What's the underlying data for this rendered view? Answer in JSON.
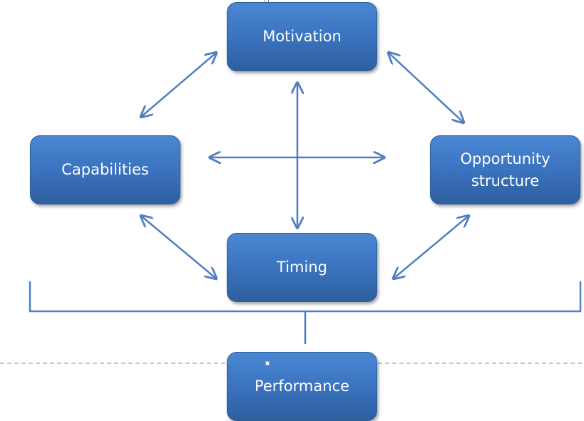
{
  "colors": {
    "node_fill_top": "#4a87d2",
    "node_fill_bottom": "#2e5f9f",
    "node_text": "#ffffff",
    "connector": "#4f7fbf",
    "dashed_guide": "#5f8fc7"
  },
  "nodes": {
    "motivation": "Motivation",
    "capabilities": "Capabilities",
    "opportunity_line1": "Opportunity",
    "opportunity_line2": "structure",
    "timing": "Timing",
    "performance": "Performance"
  }
}
